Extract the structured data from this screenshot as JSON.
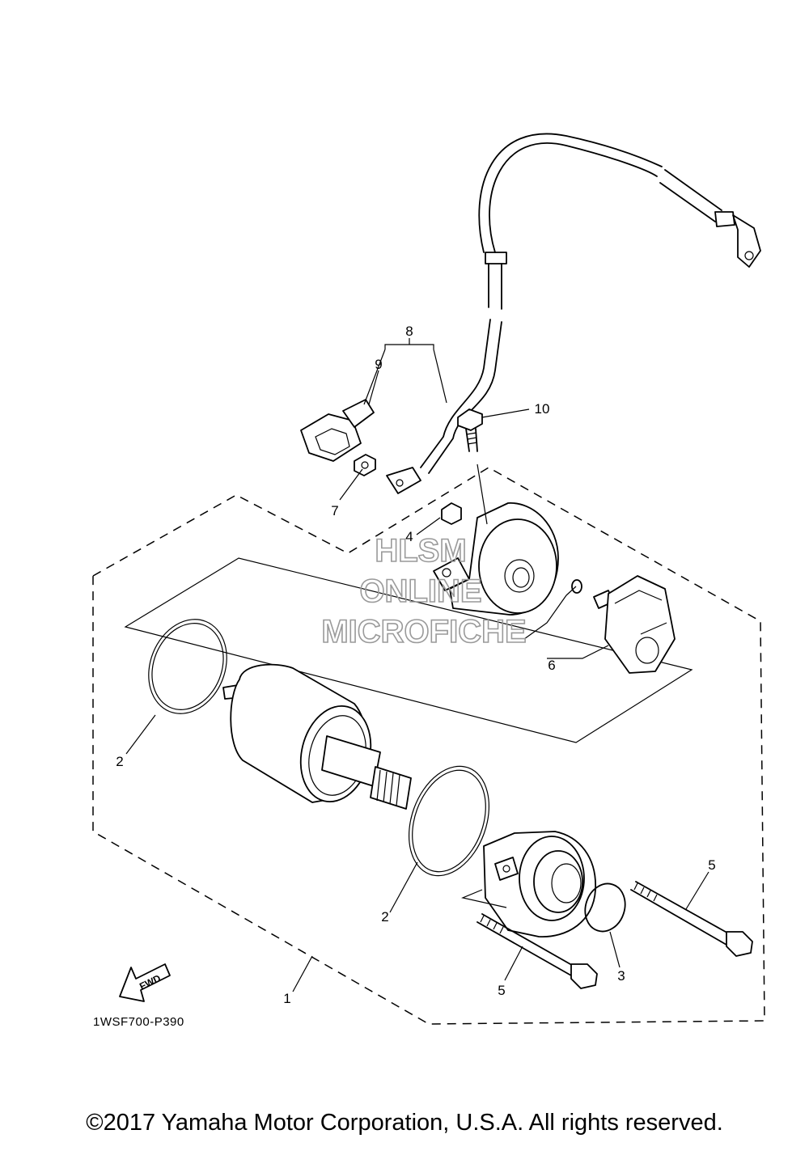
{
  "diagram": {
    "drawing_code": "1WSF700-P390",
    "direction_label": "FWD",
    "callouts": [
      "1",
      "2",
      "2",
      "3",
      "4",
      "5",
      "5",
      "6",
      "7",
      "8",
      "9",
      "10"
    ]
  },
  "watermark": {
    "line1": "HLSM",
    "line2": "ONLINE",
    "line3": "MICROFICHE"
  },
  "footer": {
    "copyright": "©2017 Yamaha Motor Corporation, U.S.A. All rights reserved."
  }
}
